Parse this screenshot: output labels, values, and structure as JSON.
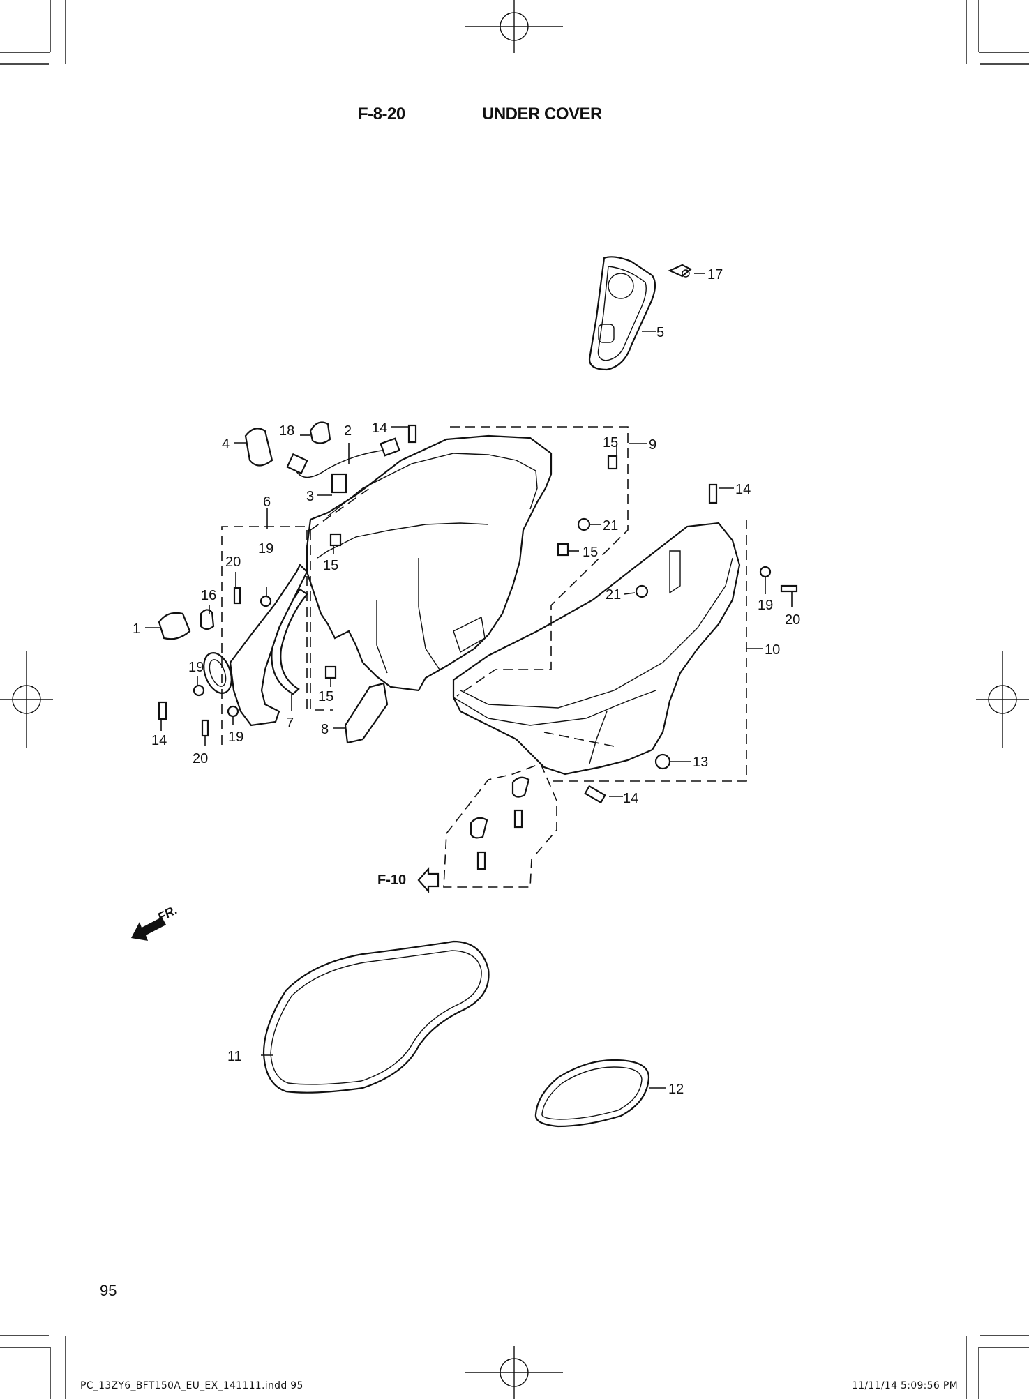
{
  "header": {
    "code": "F-8-20",
    "name": "UNDER COVER"
  },
  "page_number": "95",
  "footer": {
    "file": "PC_13ZY6_BFT150A_EU_EX_141111.indd   95",
    "date": "11/11/14   5:09:56 PM"
  },
  "reference": {
    "label": "F-10"
  },
  "direction": {
    "label": "FR."
  },
  "callouts": {
    "c1": "1",
    "c2": "2",
    "c3": "3",
    "c4": "4",
    "c5": "5",
    "c6": "6",
    "c7": "7",
    "c8": "8",
    "c9": "9",
    "c10": "10",
    "c11": "11",
    "c12": "12",
    "c13": "13",
    "c14a": "14",
    "c14b": "14",
    "c14c": "14",
    "c14d": "14",
    "c15a": "15",
    "c15b": "15",
    "c15c": "15",
    "c15d": "15",
    "c16": "16",
    "c17": "17",
    "c18": "18",
    "c19a": "19",
    "c19b": "19",
    "c19c": "19",
    "c19d": "19",
    "c20a": "20",
    "c20b": "20",
    "c20c": "20",
    "c21a": "21",
    "c21b": "21"
  }
}
